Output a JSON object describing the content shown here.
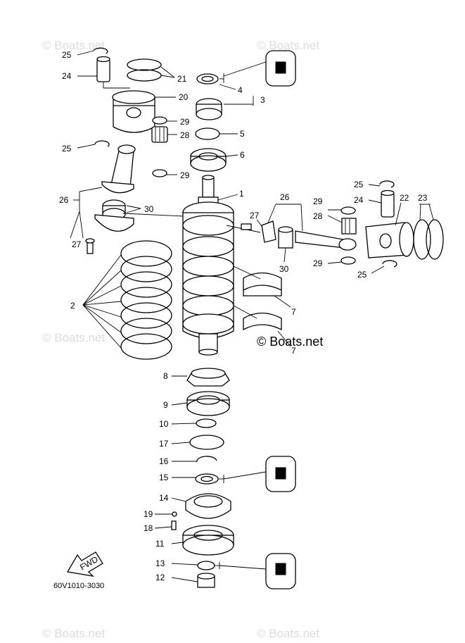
{
  "watermark": {
    "text": "© Boats.net",
    "main_text": "© Boats.net"
  },
  "diagram_code": "60V1010-3030",
  "fwd_label": "FWD",
  "part_labels": {
    "p1": "1",
    "p2": "2",
    "p3": "3",
    "p4": "4",
    "p5": "5",
    "p6": "6",
    "p7a": "7",
    "p7b": "7",
    "p8": "8",
    "p9": "9",
    "p10": "10",
    "p11": "11",
    "p12": "12",
    "p13": "13",
    "p14": "14",
    "p15": "15",
    "p16": "16",
    "p17": "17",
    "p18": "18",
    "p19": "19",
    "p20": "20",
    "p21": "21",
    "p22": "22",
    "p23": "23",
    "p24a": "24",
    "p24b": "24",
    "p25a": "25",
    "p25b": "25",
    "p25c": "25",
    "p25d": "25",
    "p26a": "26",
    "p26b": "26",
    "p27a": "27",
    "p27b": "27",
    "p28a": "28",
    "p28b": "28",
    "p29a": "29",
    "p29b": "29",
    "p29c": "29",
    "p29d": "29",
    "p30a": "30",
    "p30b": "30"
  }
}
